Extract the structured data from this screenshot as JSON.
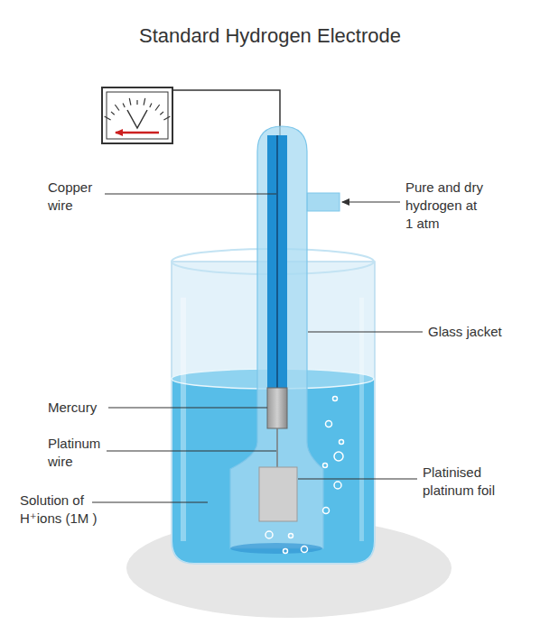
{
  "diagram": {
    "title": "Standard Hydrogen Electrode",
    "labels": [
      "Copper wire",
      "Pure and dry hydrogen at 1 atm",
      "Glass jacket",
      "Mercury",
      "Platinum wire",
      "Platinised platinum foil",
      "Solution of H⁺ions (1M )"
    ]
  }
}
